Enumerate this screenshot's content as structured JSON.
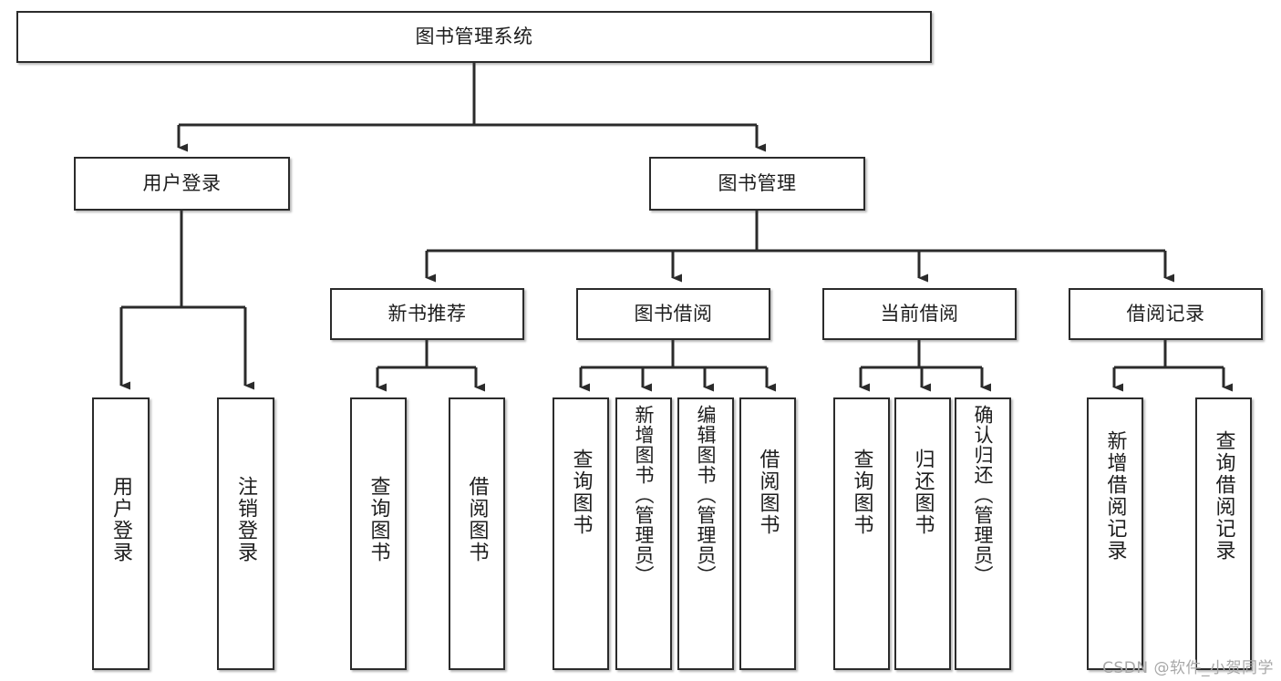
{
  "diagram": {
    "title": "图书管理系统",
    "type": "tree",
    "watermark": "CSDN @软件_小贺同学",
    "colors": {
      "border": "#2b2b2b",
      "background": "#ffffff",
      "text": "#1d1d1d",
      "edge": "#2b2b2b",
      "watermark": "#a8a8a8"
    },
    "root": {
      "label": "图书管理系统"
    },
    "level1": [
      {
        "label": "用户登录"
      },
      {
        "label": "图书管理"
      }
    ],
    "level2": [
      {
        "label": "新书推荐"
      },
      {
        "label": "图书借阅"
      },
      {
        "label": "当前借阅"
      },
      {
        "label": "借阅记录"
      }
    ],
    "leaves": {
      "user_login": [
        {
          "label": "用户登录"
        },
        {
          "label": "注销登录"
        }
      ],
      "new_book_recommend": [
        {
          "label": "查询图书"
        },
        {
          "label": "借阅图书"
        }
      ],
      "book_borrow": [
        {
          "label": "查询图书"
        },
        {
          "label": "新增图书（管理员）"
        },
        {
          "label": "编辑图书（管理员）"
        },
        {
          "label": "借阅图书"
        }
      ],
      "current_borrow": [
        {
          "label": "查询图书"
        },
        {
          "label": "归还图书"
        },
        {
          "label": "确认归还（管理员）"
        }
      ],
      "borrow_record": [
        {
          "label": "新增借阅记录"
        },
        {
          "label": "查询借阅记录"
        }
      ]
    }
  }
}
